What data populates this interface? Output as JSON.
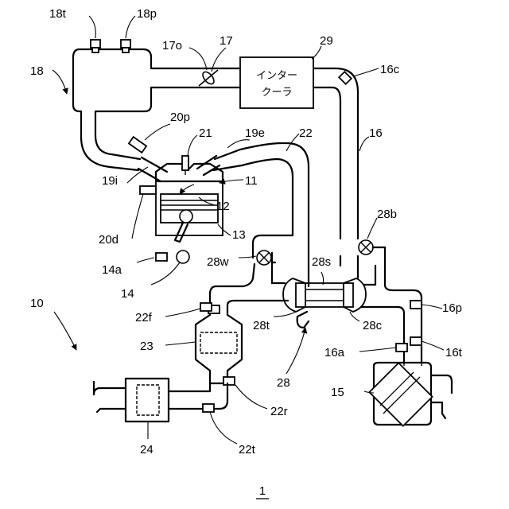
{
  "figure_number": "1",
  "intercooler_text": [
    "インター",
    "クーラ"
  ],
  "labels": {
    "l18t": "18t",
    "l18p": "18p",
    "l17o": "17o",
    "l17": "17",
    "l29": "29",
    "l18": "18",
    "l16c": "16c",
    "l20p": "20p",
    "l21": "21",
    "l19e": "19e",
    "l22": "22",
    "l16": "16",
    "l19i": "19i",
    "l11": "11",
    "l12": "12",
    "l20d": "20d",
    "l13": "13",
    "l28b": "28b",
    "l14a": "14a",
    "l28w": "28w",
    "l28s": "28s",
    "l14": "14",
    "l10": "10",
    "l22f": "22f",
    "l16p": "16p",
    "l28t": "28t",
    "l28c": "28c",
    "l23": "23",
    "l16a": "16a",
    "l16t": "16t",
    "l28": "28",
    "l15": "15",
    "l22r": "22r",
    "l24": "24",
    "l22t": "22t"
  }
}
